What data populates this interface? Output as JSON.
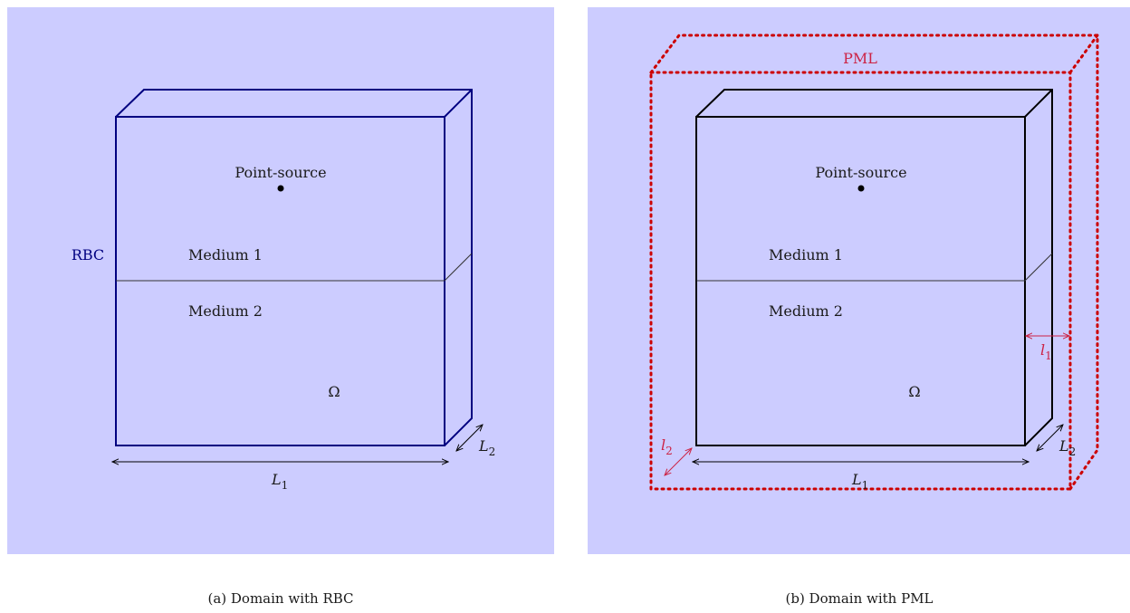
{
  "panel_a": {
    "caption": "(a) Domain with RBC",
    "boundary_label": "RBC",
    "source_label": "Point-source",
    "medium1": "Medium 1",
    "medium2": "Medium 2",
    "domain_symbol": "Ω",
    "dim1": "L",
    "dim1_sub": "1",
    "dim2": "L",
    "dim2_sub": "2"
  },
  "panel_b": {
    "caption": "(b) Domain with PML",
    "boundary_label": "PML",
    "source_label": "Point-source",
    "medium1": "Medium 1",
    "medium2": "Medium 2",
    "domain_symbol": "Ω",
    "dim1": "L",
    "dim1_sub": "1",
    "dim2": "L",
    "dim2_sub": "2",
    "pml_w1": "l",
    "pml_w1_sub": "1",
    "pml_w2": "l",
    "pml_w2_sub": "2"
  },
  "colors": {
    "background": "#ccccff",
    "rbc_box": "#000080",
    "pml_dots": "#cc0000",
    "box_b": "#000000"
  }
}
